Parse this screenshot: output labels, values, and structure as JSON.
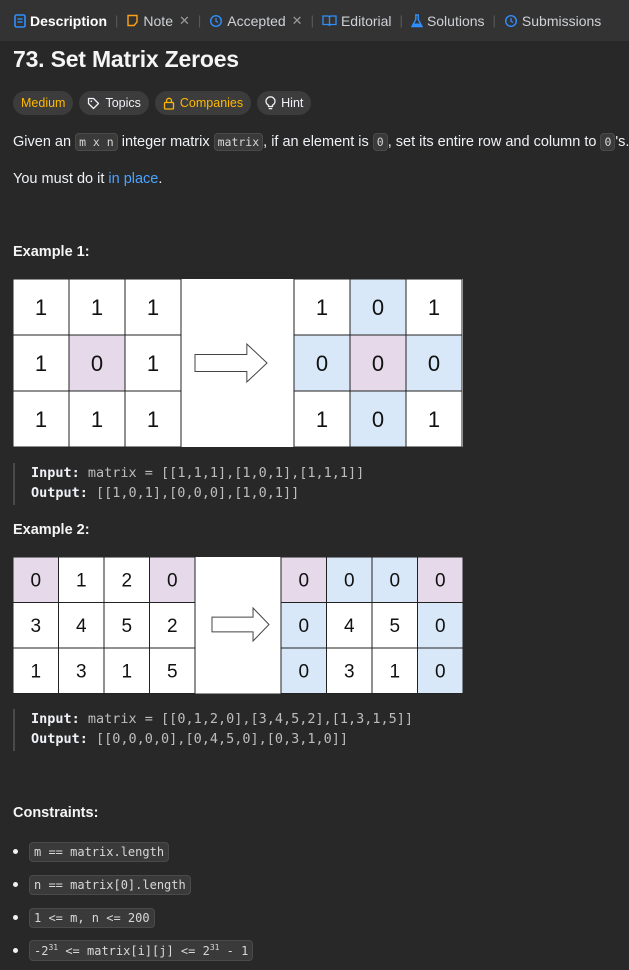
{
  "tabs": [
    {
      "label": "Description",
      "icon": "description-icon",
      "active": true,
      "closable": false
    },
    {
      "label": "Note",
      "icon": "note-icon",
      "active": false,
      "closable": true
    },
    {
      "label": "Accepted",
      "icon": "history-icon",
      "active": false,
      "closable": true
    },
    {
      "label": "Editorial",
      "icon": "book-icon",
      "active": false,
      "closable": false
    },
    {
      "label": "Solutions",
      "icon": "flask-icon",
      "active": false,
      "closable": false
    },
    {
      "label": "Submissions",
      "icon": "history-icon",
      "active": false,
      "closable": false
    }
  ],
  "problem": {
    "title": "73. Set Matrix Zeroes",
    "tags": {
      "difficulty": "Medium",
      "topics": "Topics",
      "companies": "Companies",
      "hint": "Hint"
    },
    "desc": {
      "p1_a": "Given an ",
      "p1_code1": "m x n",
      "p1_b": " integer matrix ",
      "p1_code2": "matrix",
      "p1_c": ", if an element is ",
      "p1_code3": "0",
      "p1_d": ", set its entire row and column to ",
      "p1_code4": "0",
      "p1_e": "'s.",
      "p2_a": "You must do it ",
      "p2_link": "in place",
      "p2_b": "."
    }
  },
  "examples": [
    {
      "label": "Example 1:",
      "input_label": "Input:",
      "input_value": " matrix = [[1,1,1],[1,0,1],[1,1,1]]",
      "output_label": "Output:",
      "output_value": " [[1,0,1],[0,0,0],[1,0,1]]",
      "before": [
        [
          "1",
          "1",
          "1"
        ],
        [
          "1",
          "0",
          "1"
        ],
        [
          "1",
          "1",
          "1"
        ]
      ],
      "before_colors": [
        [
          "w",
          "w",
          "w"
        ],
        [
          "w",
          "p",
          "w"
        ],
        [
          "w",
          "w",
          "w"
        ]
      ],
      "after": [
        [
          "1",
          "0",
          "1"
        ],
        [
          "0",
          "0",
          "0"
        ],
        [
          "1",
          "0",
          "1"
        ]
      ],
      "after_colors": [
        [
          "w",
          "b",
          "w"
        ],
        [
          "b",
          "p",
          "b"
        ],
        [
          "w",
          "b",
          "w"
        ]
      ]
    },
    {
      "label": "Example 2:",
      "input_label": "Input:",
      "input_value": " matrix = [[0,1,2,0],[3,4,5,2],[1,3,1,5]]",
      "output_label": "Output:",
      "output_value": " [[0,0,0,0],[0,4,5,0],[0,3,1,0]]",
      "before": [
        [
          "0",
          "1",
          "2",
          "0"
        ],
        [
          "3",
          "4",
          "5",
          "2"
        ],
        [
          "1",
          "3",
          "1",
          "5"
        ]
      ],
      "before_colors": [
        [
          "p",
          "w",
          "w",
          "p"
        ],
        [
          "w",
          "w",
          "w",
          "w"
        ],
        [
          "w",
          "w",
          "w",
          "w"
        ]
      ],
      "after": [
        [
          "0",
          "0",
          "0",
          "0"
        ],
        [
          "0",
          "4",
          "5",
          "0"
        ],
        [
          "0",
          "3",
          "1",
          "0"
        ]
      ],
      "after_colors": [
        [
          "p",
          "b",
          "b",
          "p"
        ],
        [
          "b",
          "w",
          "w",
          "b"
        ],
        [
          "b",
          "w",
          "w",
          "b"
        ]
      ]
    }
  ],
  "constraints": {
    "label": "Constraints:",
    "items": [
      {
        "a": "m == matrix.length"
      },
      {
        "a": "n == matrix[0].length"
      },
      {
        "a": "1 <= m, n <= 200"
      },
      {
        "a": "-2",
        "sup1": "31",
        "b": " <= matrix[i][j] <= 2",
        "sup2": "31",
        "c": " - 1"
      }
    ]
  },
  "colors": {
    "background": "#282828",
    "tabbar": "#333333",
    "medium": "#ffb800",
    "link": "#4aa3ff",
    "cell_purple": "#e6d9e9",
    "cell_blue": "#d9e8f8",
    "cell_white": "#ffffff"
  }
}
